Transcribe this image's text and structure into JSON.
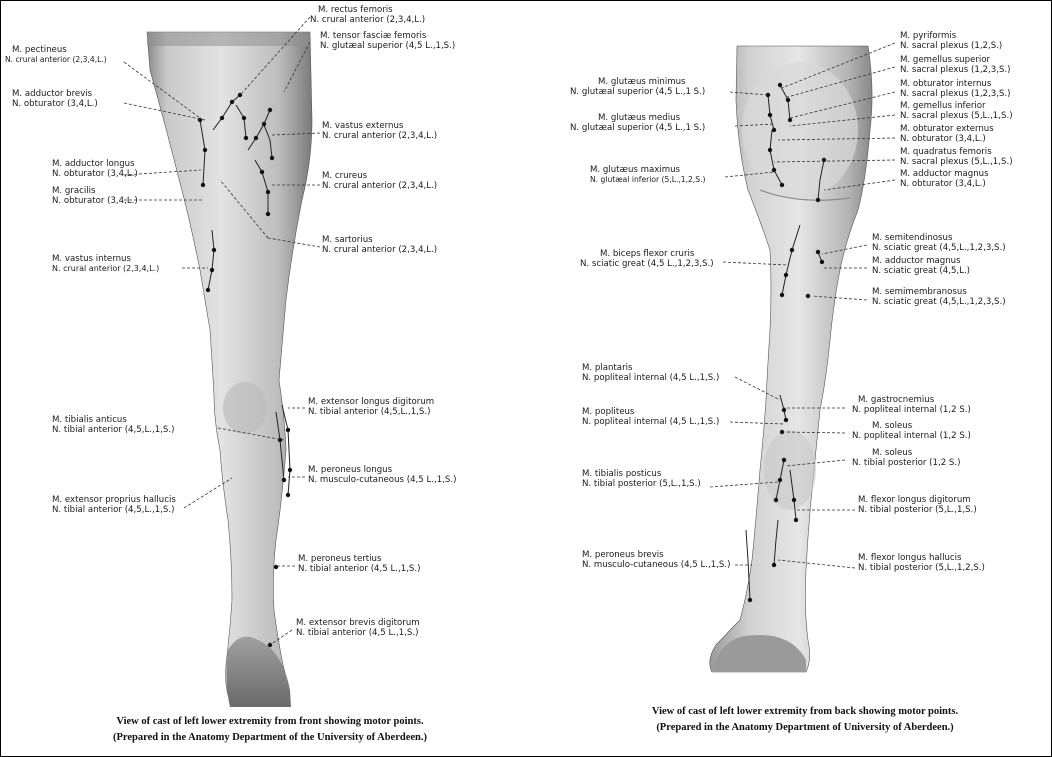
{
  "front": {
    "labels": [
      {
        "id": "f1",
        "l1": "M. rectus femoris",
        "l2": "N. crural anterior (2,3,4,L.)"
      },
      {
        "id": "f2",
        "l1": "M. tensor fasciæ femoris",
        "l2": "N. glutæal superior (4,5 L.,1,S.)"
      },
      {
        "id": "f3",
        "l1": "M. pectineus",
        "l2": "N. crural anterior (2,3,4,L.)"
      },
      {
        "id": "f4",
        "l1": "M. adductor brevis",
        "l2": "N. obturator (3,4,L.)"
      },
      {
        "id": "f5",
        "l1": "M. vastus externus",
        "l2": "N. crural anterior (2,3,4,L.)"
      },
      {
        "id": "f6",
        "l1": "M. adductor longus",
        "l2": "N. obturator (3,4,L.)"
      },
      {
        "id": "f7",
        "l1": "M. gracilis",
        "l2": "N. obturator (3,4,L.)"
      },
      {
        "id": "f8",
        "l1": "M. crureus",
        "l2": "N. crural anterior (2,3,4,L.)"
      },
      {
        "id": "f9",
        "l1": "M. sartorius",
        "l2": "N. crural anterior (2,3,4,L.)"
      },
      {
        "id": "f10",
        "l1": "M. vastus internus",
        "l2": "N. crural anterior (2,3,4,L.)"
      },
      {
        "id": "f11",
        "l1": "M. extensor longus digitorum",
        "l2": "N. tibial anterior (4,5,L.,1,S.)"
      },
      {
        "id": "f12",
        "l1": "M. tibialis anticus",
        "l2": "N. tibial anterior (4,5,L.,1,S.)"
      },
      {
        "id": "f13",
        "l1": "M. peroneus longus",
        "l2": "N. musculo-cutaneous (4,5 L.,1,S.)"
      },
      {
        "id": "f14",
        "l1": "M. extensor proprius hallucis",
        "l2": "N. tibial anterior (4,5,L.,1,S.)"
      },
      {
        "id": "f15",
        "l1": "M. peroneus tertius",
        "l2": "N. tibial anterior (4,5 L.,1,S.)"
      },
      {
        "id": "f16",
        "l1": "M. extensor brevis digitorum",
        "l2": "N. tibial anterior (4,5 L.,1,S.)"
      }
    ],
    "caption_line1": "View of cast of left lower extremity from front showing motor points.",
    "caption_line2": "(Prepared in the Anatomy Department of the University of Aberdeen.)"
  },
  "back": {
    "labels": [
      {
        "id": "b1",
        "l1": "M. pyriformis",
        "l2": "N. sacral plexus (1,2,S.)"
      },
      {
        "id": "b2",
        "l1": "M. gemellus superior",
        "l2": "N. sacral plexus (1,2,3,S.)"
      },
      {
        "id": "b3",
        "l1": "M. glutæus minimus",
        "l2": "N. glutæal superior (4,5 L.,1 S.)"
      },
      {
        "id": "b4",
        "l1": "M. obturator internus",
        "l2": "N. sacral plexus (1,2,3,S.)"
      },
      {
        "id": "b5",
        "l1": "M. glutæus medius",
        "l2": "N. glutæal superior (4,5 L.,1 S.)"
      },
      {
        "id": "b6",
        "l1": "M. gemellus inferior",
        "l2": "N. sacral plexus (5,L.,1,S.)"
      },
      {
        "id": "b7",
        "l1": "M. obturator externus",
        "l2": "N. obturator (3,4,L.)"
      },
      {
        "id": "b8",
        "l1": "M. quadratus femoris",
        "l2": "N. sacral plexus (5,L.,1,S.)"
      },
      {
        "id": "b9",
        "l1": "M. glutæus maximus",
        "l2": "N. glutæal inferior (5,L.,1,2,S.)"
      },
      {
        "id": "b10",
        "l1": "M. adductor magnus",
        "l2": "N. obturator (3,4,L.)"
      },
      {
        "id": "b11",
        "l1": "M. semitendinosus",
        "l2": "N. sciatic great (4,5,L.,1,2,3,S.)"
      },
      {
        "id": "b12",
        "l1": "M. biceps flexor cruris",
        "l2": "N. sciatic great (4,5 L.,1,2,3,S.)"
      },
      {
        "id": "b13",
        "l1": "M. adductor magnus",
        "l2": "N. sciatic great (4,5,L.)"
      },
      {
        "id": "b14",
        "l1": "M. semimembranosus",
        "l2": "N. sciatic great (4,5,L.,1,2,3,S.)"
      },
      {
        "id": "b15",
        "l1": "M. plantaris",
        "l2": "N. popliteal internal (4,5 L.,1,S.)"
      },
      {
        "id": "b16",
        "l1": "M. gastrocnemius",
        "l2": "N. popliteal internal (1,2 S.)"
      },
      {
        "id": "b17",
        "l1": "M. popliteus",
        "l2": "N. popliteal internal (4,5 L.,1,S.)"
      },
      {
        "id": "b18",
        "l1": "M. soleus",
        "l2": "N. popliteal internal (1,2 S.)"
      },
      {
        "id": "b19",
        "l1": "M. soleus",
        "l2": "N. tibial posterior (1,2 S.)"
      },
      {
        "id": "b20",
        "l1": "M. tibialis posticus",
        "l2": "N. tibial posterior (5,L.,1,S.)"
      },
      {
        "id": "b21",
        "l1": "M. flexor longus digitorum",
        "l2": "N. tibial posterior (5,L.,1,S.)"
      },
      {
        "id": "b22",
        "l1": "M. peroneus brevis",
        "l2": "N. musculo-cutaneous (4,5 L.,1,S.)"
      },
      {
        "id": "b23",
        "l1": "M. flexor longus hallucis",
        "l2": "N. tibial posterior (5,L.,1,2,S.)"
      }
    ],
    "caption_line1": "View of cast of left lower extremity from back showing motor points.",
    "caption_line2": "(Prepared in the Anatomy Department of University of Aberdeen.)"
  }
}
